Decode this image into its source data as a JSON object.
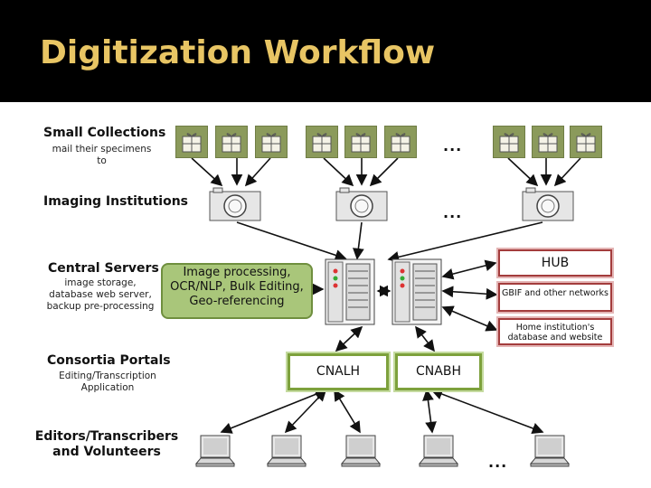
{
  "title": "Digitization Workflow",
  "rows": {
    "small_collections": {
      "label": "Small Collections",
      "sub": "mail their specimens to"
    },
    "imaging": {
      "label": "Imaging Institutions"
    },
    "central": {
      "label": "Central Servers",
      "sub": "image storage, database web server, backup pre-processing"
    },
    "portals": {
      "label": "Consortia Portals",
      "sub": "Editing/Transcription Application"
    },
    "editors": {
      "label": "Editors/Transcribers and Volunteers"
    }
  },
  "processing_box": "Image processing, OCR/NLP, Bulk Editing, Geo-referencing",
  "external": {
    "hub": "HUB",
    "gbif": "GBIF and other networks",
    "home": "Home institution's database and website"
  },
  "portal_names": [
    "CNALH",
    "CNABH"
  ],
  "ellipsis": "...",
  "colors": {
    "title": "#e8c564",
    "package": "#8b9a5b",
    "process_box": "#a9c67a",
    "hub_border": "#a33c3c",
    "portal_border": "#7da13c"
  },
  "icons": [
    "package-icon",
    "camera-icon",
    "server-icon",
    "laptop-icon"
  ]
}
